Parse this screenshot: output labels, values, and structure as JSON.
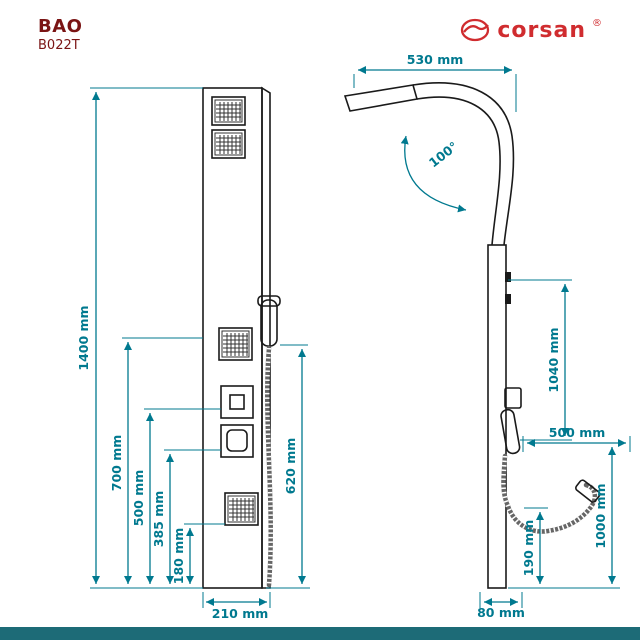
{
  "header": {
    "model": "BAO",
    "code": "B022T",
    "brand": "corsan",
    "registered_mark": "®"
  },
  "colors": {
    "dimension_teal": "#00798f",
    "brand_red": "#d02c2f",
    "model_maroon": "#7a1414",
    "drawing_black": "#1a1a1a",
    "footer_bar": "#1d6b77"
  },
  "front_view": {
    "dims": {
      "total_height": "1400 mm",
      "h700": "700 mm",
      "h500": "500 mm",
      "h385": "385 mm",
      "h180": "180 mm",
      "width": "210 mm",
      "hose_length": "620 mm"
    }
  },
  "side_view": {
    "dims": {
      "arm_reach": "530 mm",
      "head_angle": "100°",
      "h1040": "1040 mm",
      "d500": "500 mm",
      "h190": "190 mm",
      "h1000": "1000 mm",
      "depth": "80 mm"
    }
  }
}
